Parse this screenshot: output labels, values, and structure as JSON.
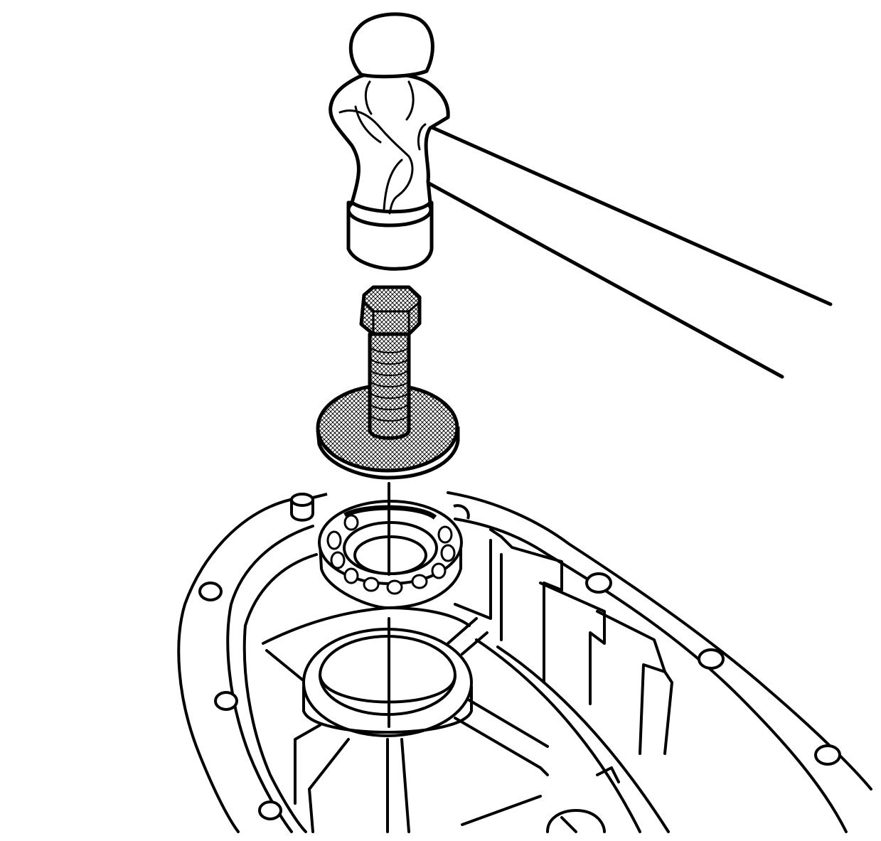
{
  "colors": {
    "background": "#ffffff",
    "ink": "#000000"
  },
  "parts": [
    {
      "id": "ball-peen-hammer",
      "icon": "hammer-icon"
    },
    {
      "id": "hex-bolt",
      "icon": "bolt-icon"
    },
    {
      "id": "flat-washer-plate",
      "icon": "washer-icon"
    },
    {
      "id": "ball-bearing",
      "icon": "bearing-icon"
    },
    {
      "id": "housing-bore",
      "icon": "bore-icon"
    },
    {
      "id": "transmission-case",
      "icon": "case-icon"
    }
  ]
}
